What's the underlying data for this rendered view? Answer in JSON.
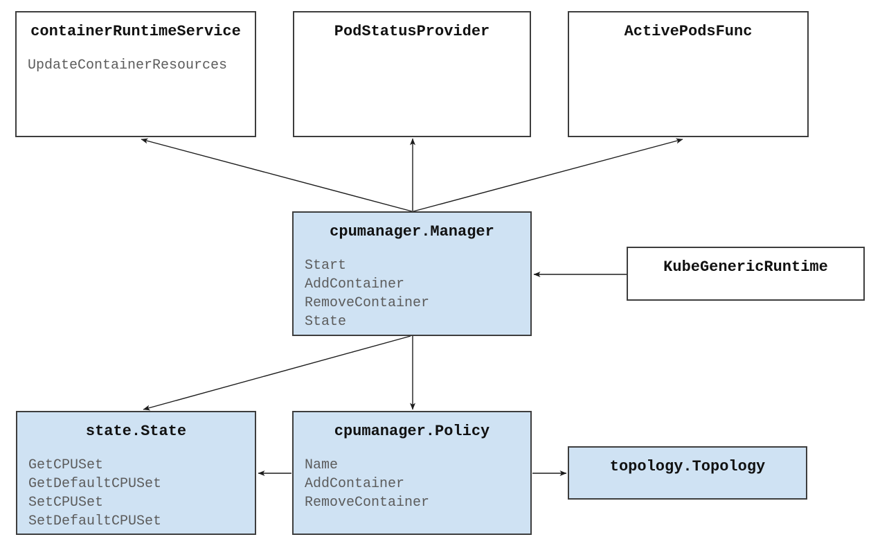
{
  "colors": {
    "background": "#ffffff",
    "node_fill_highlight": "#cfe2f3",
    "node_fill_plain": "#ffffff",
    "node_border": "#3d3d3d",
    "edge": "#1c1c1c",
    "title_text": "#111111",
    "method_text": "#5c5c5c"
  },
  "nodes": [
    {
      "id": "container-runtime-service",
      "title": "containerRuntimeService",
      "methods": [
        "UpdateContainerResources"
      ],
      "highlighted": false
    },
    {
      "id": "pod-status-provider",
      "title": "PodStatusProvider",
      "methods": [],
      "highlighted": false
    },
    {
      "id": "active-pods-func",
      "title": "ActivePodsFunc",
      "methods": [],
      "highlighted": false
    },
    {
      "id": "cpumanager-manager",
      "title": "cpumanager.Manager",
      "methods": [
        "Start",
        "AddContainer",
        "RemoveContainer",
        "State"
      ],
      "highlighted": true
    },
    {
      "id": "kube-generic-runtime",
      "title": "KubeGenericRuntime",
      "methods": [],
      "highlighted": false
    },
    {
      "id": "state-state",
      "title": "state.State",
      "methods": [
        "GetCPUSet",
        "GetDefaultCPUSet",
        "SetCPUSet",
        "SetDefaultCPUSet"
      ],
      "highlighted": true
    },
    {
      "id": "cpumanager-policy",
      "title": "cpumanager.Policy",
      "methods": [
        "Name",
        "AddContainer",
        "RemoveContainer"
      ],
      "highlighted": true
    },
    {
      "id": "topology-topology",
      "title": "topology.Topology",
      "methods": [],
      "highlighted": true
    }
  ],
  "edges": [
    {
      "from": "cpumanager-manager",
      "to": "container-runtime-service"
    },
    {
      "from": "cpumanager-manager",
      "to": "pod-status-provider"
    },
    {
      "from": "cpumanager-manager",
      "to": "active-pods-func"
    },
    {
      "from": "kube-generic-runtime",
      "to": "cpumanager-manager"
    },
    {
      "from": "cpumanager-manager",
      "to": "state-state"
    },
    {
      "from": "cpumanager-manager",
      "to": "cpumanager-policy"
    },
    {
      "from": "cpumanager-policy",
      "to": "state-state"
    },
    {
      "from": "cpumanager-policy",
      "to": "topology-topology"
    }
  ]
}
